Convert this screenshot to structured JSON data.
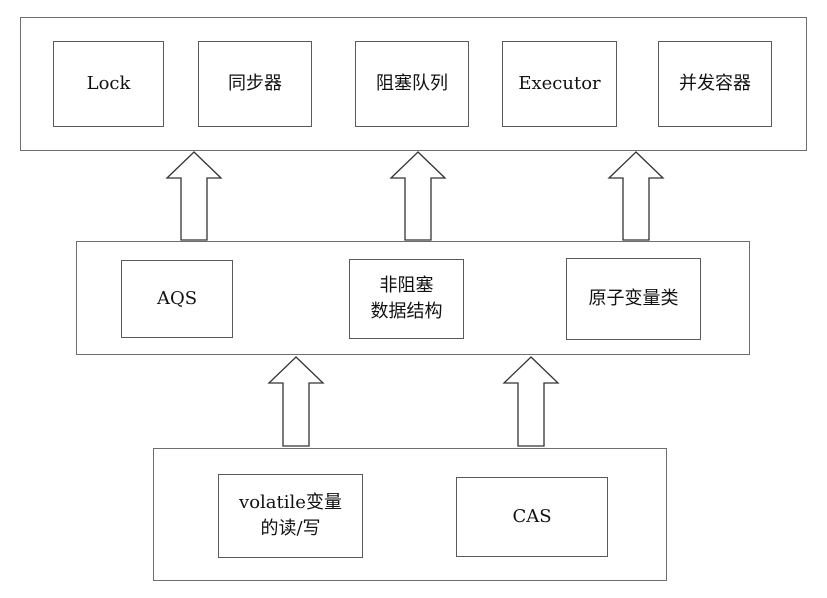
{
  "top_layer": {
    "boxes": [
      "Lock",
      "同步器",
      "阻塞队列",
      "Executor",
      "并发容器"
    ]
  },
  "middle_layer": {
    "aqs": "AQS",
    "nonblocking_line1": "非阻塞",
    "nonblocking_line2": "数据结构",
    "atomic": "原子变量类"
  },
  "bottom_layer": {
    "volatile_line1": "volatile变量",
    "volatile_line2": "的读/写",
    "cas": "CAS"
  }
}
